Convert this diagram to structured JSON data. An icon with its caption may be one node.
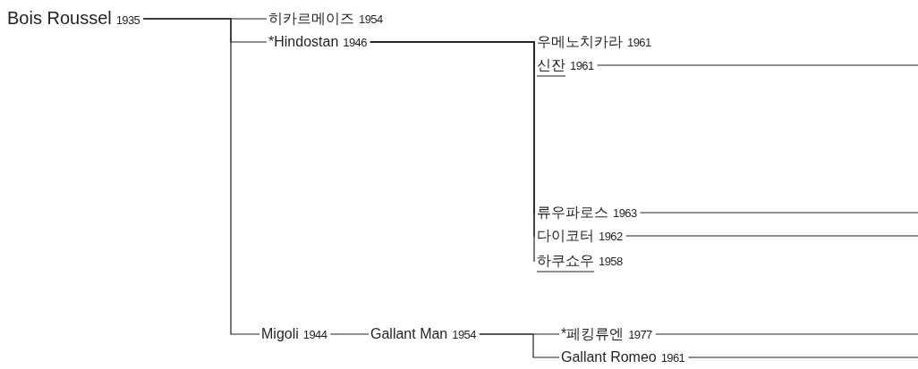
{
  "diagram": {
    "nodes": [
      {
        "text": [
          "Bois Roussel",
          "1935"
        ]
      },
      {
        "text": [
          "히카르메이즈",
          "1954"
        ]
      },
      {
        "text": [
          "*Hindostan",
          "1946"
        ]
      },
      {
        "text": [
          "우메노치카라",
          "1961"
        ]
      },
      {
        "text": [
          "신잔",
          "1961"
        ]
      },
      {
        "text": [
          "류우파로스",
          "1963"
        ]
      },
      {
        "text": [
          "다이코터",
          "1962"
        ]
      },
      {
        "text": [
          "하쿠쇼우",
          "1958"
        ]
      },
      {
        "text": [
          "Migoli",
          "1944"
        ]
      },
      {
        "text": [
          "Gallant Man",
          "1954"
        ]
      },
      {
        "text": [
          "*페킹류엔",
          "1977"
        ]
      },
      {
        "text": [
          "Gallant Romeo",
          "1961"
        ]
      }
    ],
    "edges": [
      {
        "from": 0,
        "to": 1,
        "arrow": "none"
      },
      {
        "from": 0,
        "to": 2,
        "arrow": "none"
      },
      {
        "from": 0,
        "to": 8,
        "arrow": "none"
      },
      {
        "from": 2,
        "to": 3,
        "arrow": "none"
      },
      {
        "from": 2,
        "to": 4,
        "arrow": "none"
      },
      {
        "from": 2,
        "to": 5,
        "arrow": "none"
      },
      {
        "from": 2,
        "to": 6,
        "arrow": "none"
      },
      {
        "from": 2,
        "to": 7,
        "arrow": "none"
      },
      {
        "from": 4,
        "to": null,
        "arrow": "none"
      },
      {
        "from": 5,
        "to": null,
        "arrow": "none"
      },
      {
        "from": 6,
        "to": null,
        "arrow": "none"
      },
      {
        "from": 8,
        "to": 9,
        "arrow": "none"
      },
      {
        "from": 9,
        "to": 10,
        "arrow": "none"
      },
      {
        "from": 9,
        "to": 11,
        "arrow": "none"
      },
      {
        "from": 10,
        "to": null,
        "arrow": "none"
      },
      {
        "from": 11,
        "to": null,
        "arrow": "none"
      }
    ]
  }
}
